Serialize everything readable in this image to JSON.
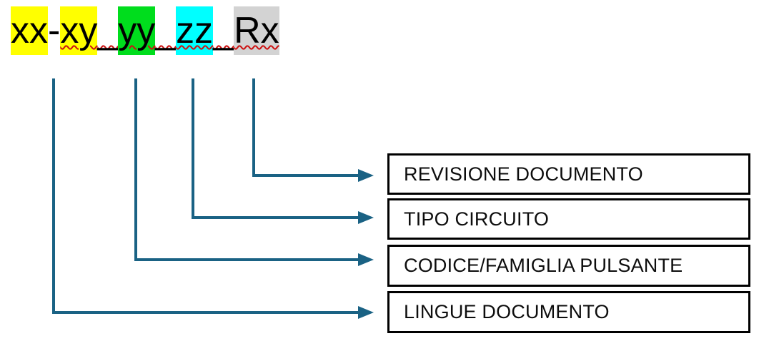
{
  "code": {
    "full_text": "xx-xy_yy_zz_Rx",
    "segments": [
      {
        "text": "xx",
        "highlight": "yellow"
      },
      {
        "text": "-",
        "highlight": "none"
      },
      {
        "text": "xy",
        "highlight": "yellow"
      },
      {
        "text": "_",
        "highlight": "none"
      },
      {
        "text": "yy",
        "highlight": "green"
      },
      {
        "text": "_",
        "highlight": "none"
      },
      {
        "text": "zz",
        "highlight": "cyan"
      },
      {
        "text": "_",
        "highlight": "none"
      },
      {
        "text": "Rx",
        "highlight": "gray"
      }
    ],
    "spellcheck_underline": "red-wavy under 'xy_yy_zz_Rx'"
  },
  "legend": {
    "boxes": [
      {
        "label": "REVISIONE DOCUMENTO",
        "points_to": "Rx"
      },
      {
        "label": "TIPO CIRCUITO",
        "points_to": "zz"
      },
      {
        "label": "CODICE/FAMIGLIA PULSANTE",
        "points_to": "yy"
      },
      {
        "label": "LINGUE DOCUMENTO",
        "points_to": "xx-xy"
      }
    ]
  },
  "colors": {
    "highlight_yellow": "#ffff00",
    "highlight_green": "#00dd1d",
    "highlight_cyan": "#00ffff",
    "highlight_gray": "#d3d3d3",
    "arrow": "#1a6284",
    "box_border": "#000000",
    "squiggle": "#cc1111",
    "text": "#000000"
  }
}
